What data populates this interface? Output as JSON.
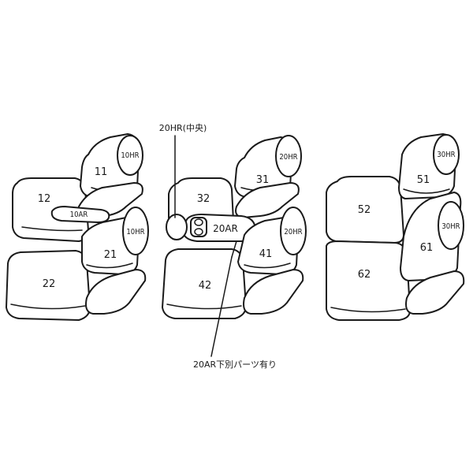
{
  "group1": {
    "seat_11": "11",
    "seat_12": "12",
    "seat_21": "21",
    "seat_22": "22",
    "headrest_top": "10HR",
    "headrest_bottom": "10HR",
    "armrest": "10AR"
  },
  "group2": {
    "seat_31": "31",
    "seat_32": "32",
    "seat_41": "41",
    "seat_42": "42",
    "headrest_top": "20HR",
    "headrest_bottom": "20HR",
    "armrest": "20AR",
    "callout_center_headrest": "20HR(中央)",
    "callout_armrest_note": "20AR下別パーツ有り"
  },
  "group3": {
    "seat_51": "51",
    "seat_52": "52",
    "seat_61": "61",
    "seat_62": "62",
    "headrest_top": "30HR",
    "headrest_bottom": "30HR"
  }
}
